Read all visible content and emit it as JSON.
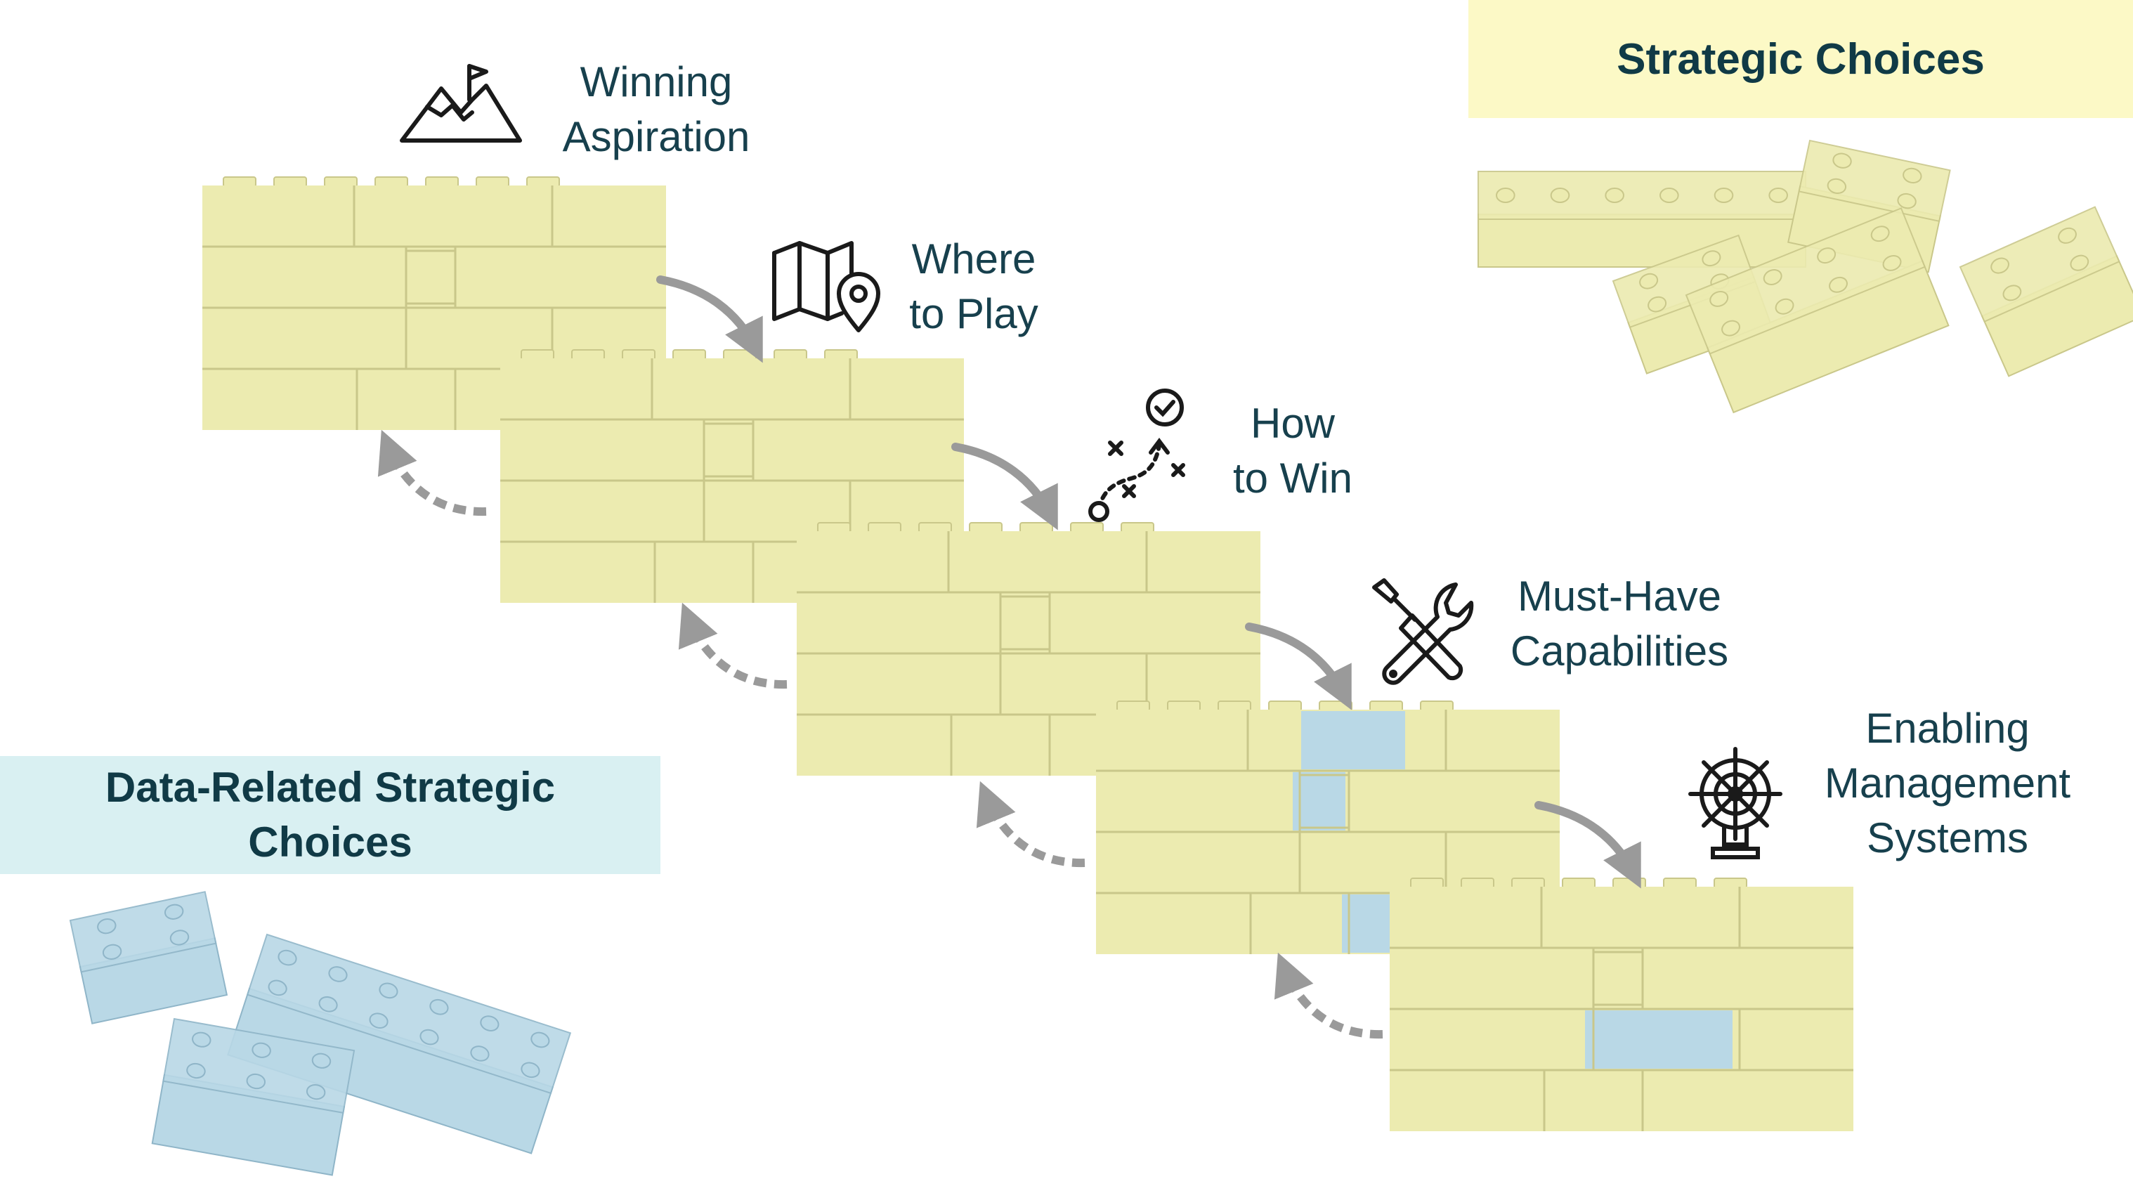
{
  "colors": {
    "yellow_brick": "#ecebb0",
    "yellow_brick_line": "#c9c78a",
    "blue_brick": "#b9d8e6",
    "blue_brick_line": "#8fb5c8",
    "text": "#17404d",
    "arrow": "#9a9a9a",
    "strategic_box_bg": "#fcf9c6",
    "data_box_bg": "#d9f0f2"
  },
  "steps": [
    {
      "icon": "mountain-flag-icon",
      "lines": [
        "Winning",
        "Aspiration"
      ]
    },
    {
      "icon": "map-pin-icon",
      "lines": [
        "Where",
        "to Play"
      ]
    },
    {
      "icon": "strategy-play-icon",
      "lines": [
        "How",
        "to Win"
      ]
    },
    {
      "icon": "wrench-screwdriver-icon",
      "lines": [
        "Must-Have",
        "Capabilities"
      ]
    },
    {
      "icon": "ship-wheel-icon",
      "lines": [
        "Enabling",
        "Management",
        "Systems"
      ]
    }
  ],
  "legend": {
    "strategic_choices": "Strategic Choices",
    "data_related_choices_lines": [
      "Data-Related Strategic",
      "Choices"
    ]
  }
}
